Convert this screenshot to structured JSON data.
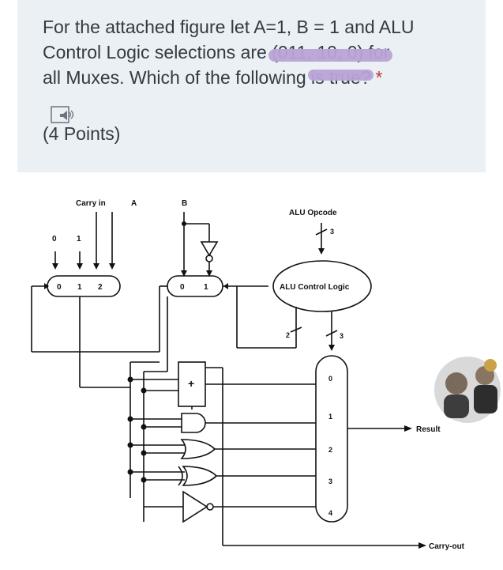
{
  "question": {
    "line1": "For the attached figure let A=1, B = 1 and ALU",
    "line2a": "Control Logic selections are ",
    "line2b": "(011, 10, 0) for",
    "line3a": "all Muxes. Which of the following ",
    "line3b": "is true?",
    "required_mark": "*",
    "points": "(4 Points)"
  },
  "icons": {
    "speaker": "speaker-icon"
  },
  "figure": {
    "carry_in": "Carry in",
    "a": "A",
    "b": "B",
    "in0": "0",
    "in1": "1",
    "mux3": [
      "0",
      "1",
      "2"
    ],
    "mux2": [
      "0",
      "1"
    ],
    "alu_opcode": "ALU Opcode",
    "opcode_width": "3",
    "alu_control_logic": "ALU Control Logic",
    "ctrl_width_a": "2",
    "ctrl_width_b": "3",
    "adder_symbol": "+",
    "outmux": [
      "0",
      "1",
      "2",
      "3",
      "4"
    ],
    "result": "Result",
    "carry_out": "Carry-out"
  },
  "colors": {
    "card": "#eaf0f3",
    "text": "#333a40",
    "highlight": "#b9a3d6",
    "required": "#c0392b"
  }
}
